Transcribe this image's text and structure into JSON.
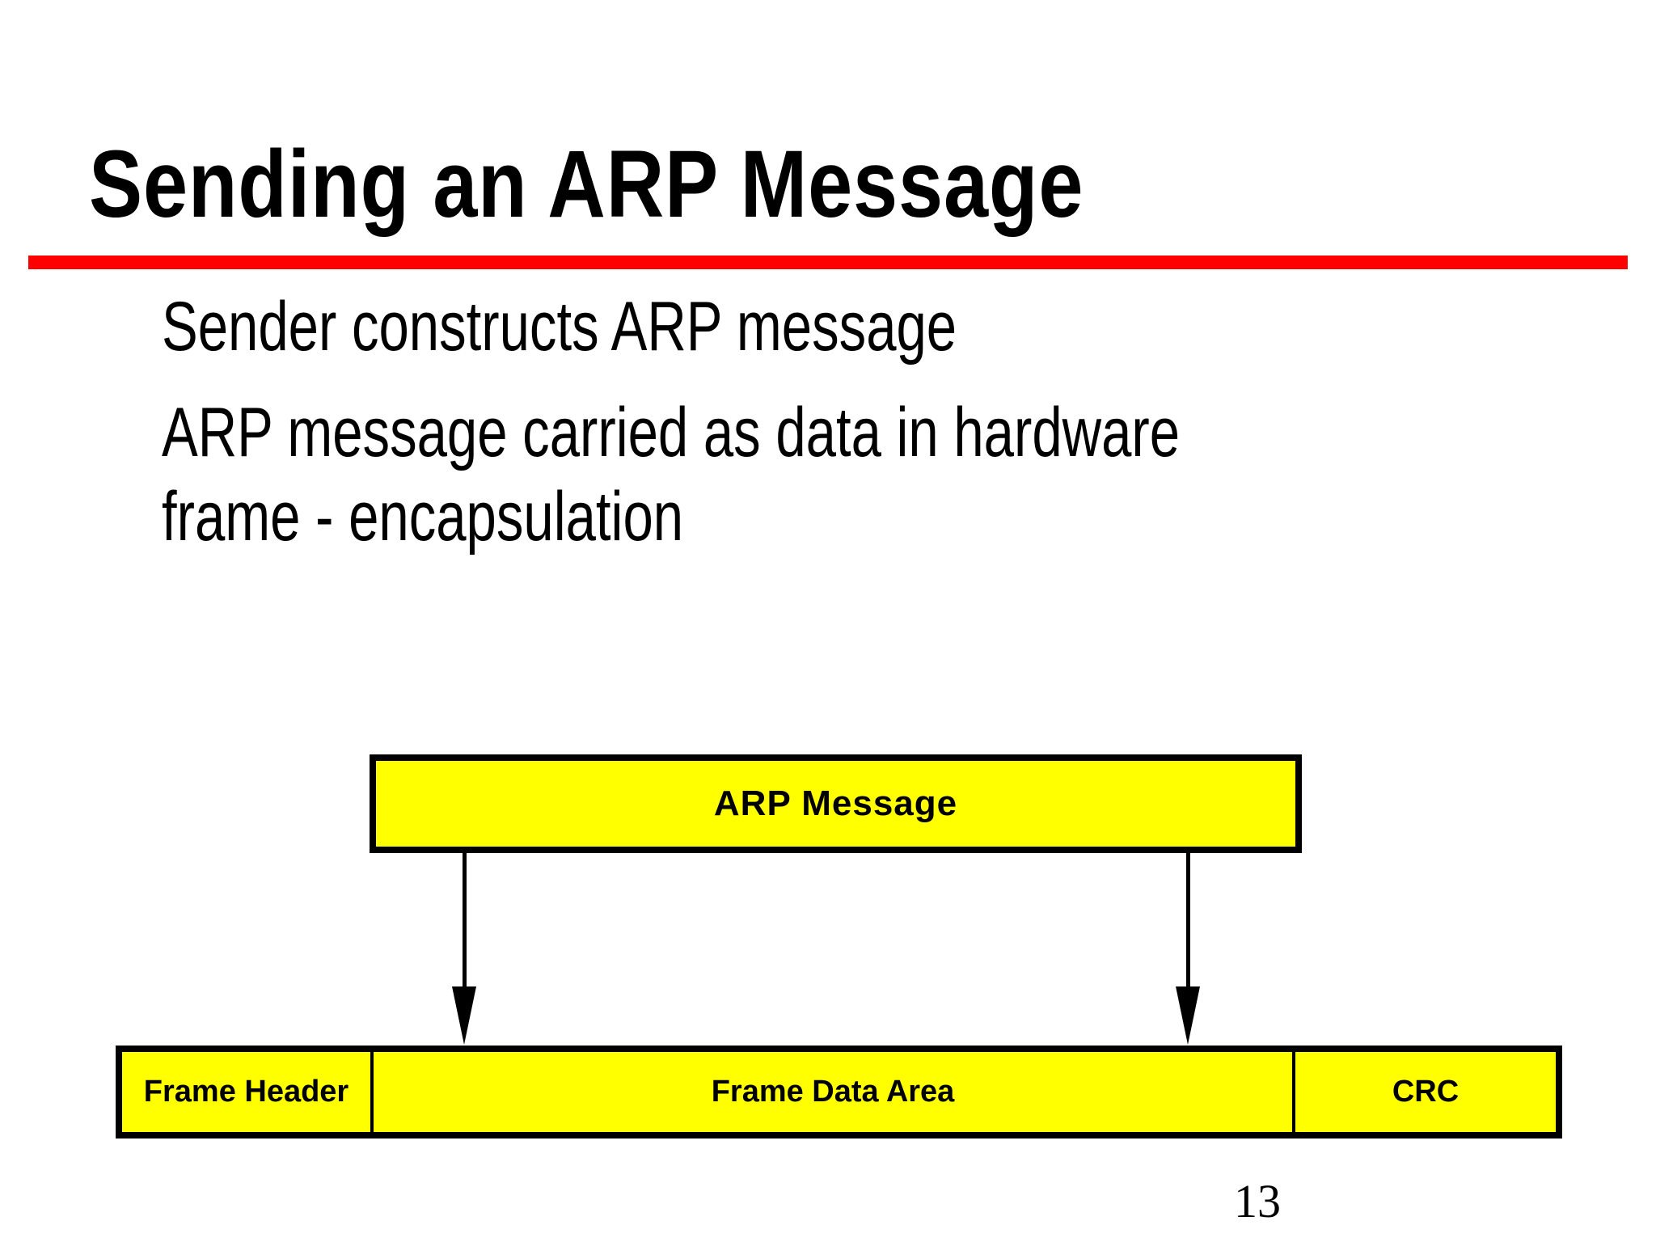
{
  "slide": {
    "title": "Sending an ARP Message",
    "accent_color": "#ff0000",
    "body_lines": [
      "Sender constructs ARP message",
      "ARP message carried as data in hardware",
      "frame - encapsulation"
    ],
    "page_number": "13"
  },
  "diagram": {
    "fill_color": "#ffff00",
    "border_color": "#000000",
    "arp_box_label": "ARP Message",
    "frame_segments": [
      {
        "label": "Frame Header"
      },
      {
        "label": "Frame Data Area"
      },
      {
        "label": "CRC"
      }
    ]
  }
}
